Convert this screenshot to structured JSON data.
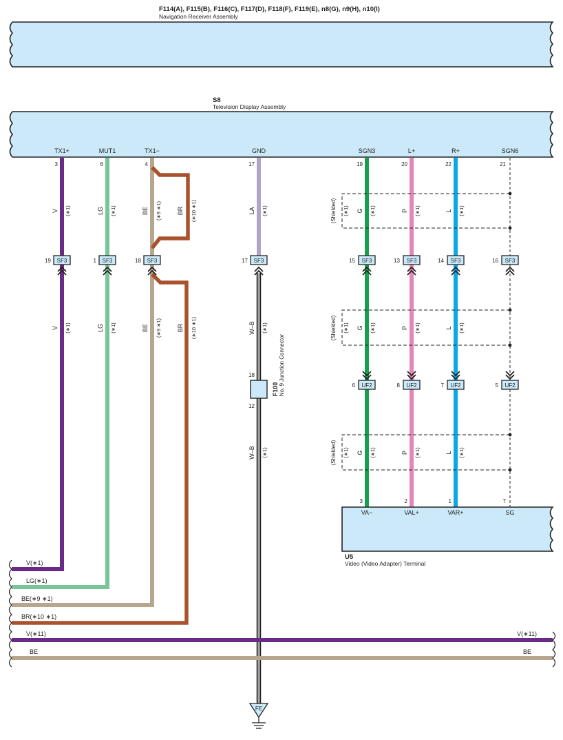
{
  "colors": {
    "connector_fill": "#cbe9f8",
    "V": "#6a2b86",
    "LG": "#78c59a",
    "BE": "#b7a58e",
    "BR": "#a8532e",
    "LA": "#b1a4c8",
    "G": "#16a04c",
    "P": "#e784b8",
    "L": "#08a9e6",
    "black": "#222222"
  },
  "header": {
    "title": "F114(A), F115(B), F116(C), F117(D), F118(F), F119(E), n8(G), n9(H), n10(I)",
    "subtitle": "Navigation Receiver Assembly"
  },
  "display": {
    "code": "S8",
    "name": "Television Display Assembly",
    "pins": [
      {
        "label": "TX1+",
        "num": "3"
      },
      {
        "label": "MUT1",
        "num": "6"
      },
      {
        "label": "TX1−",
        "num": "4"
      },
      {
        "label": "GND",
        "num": "17"
      },
      {
        "label": "SGN3",
        "num": "19"
      },
      {
        "label": "L+",
        "num": "20"
      },
      {
        "label": "R+",
        "num": "22"
      },
      {
        "label": "SGN6",
        "num": "21"
      }
    ]
  },
  "upper_wires": [
    {
      "color": "V",
      "note": "(∗1)"
    },
    {
      "color": "LG",
      "note": "(∗1)"
    },
    {
      "color": "BE",
      "note": "(∗9 ∗1)"
    },
    {
      "color": "BR",
      "note": "(∗10 ∗1)"
    },
    {
      "color": "LA",
      "note": "(∗1)"
    },
    {
      "color": "G",
      "note": "(∗1)"
    },
    {
      "color": "P",
      "note": "(∗1)"
    },
    {
      "color": "L",
      "note": "(∗1)"
    }
  ],
  "sf3": {
    "label": "SF3",
    "pins": [
      "19",
      "1",
      "18",
      "17",
      "15",
      "13",
      "14",
      "16"
    ]
  },
  "mid_wires": [
    {
      "color": "V",
      "note": "(∗1)"
    },
    {
      "color": "LG",
      "note": "(∗1)"
    },
    {
      "color": "BE",
      "note": "(∗9 ∗1)"
    },
    {
      "color": "BR",
      "note": "(∗10 ∗1)"
    },
    {
      "color": "W–B",
      "note": "(∗1)"
    },
    {
      "color": "G",
      "note": "(∗1)"
    },
    {
      "color": "P",
      "note": "(∗1)"
    },
    {
      "color": "L",
      "note": "(∗1)"
    }
  ],
  "shielded": {
    "label": "(Shielded)",
    "note": "(∗1)"
  },
  "junction": {
    "code": "F100",
    "name": "No. 9 Junction Connector",
    "pin_top": "18",
    "pin_bottom": "12",
    "wire_below": "W–B",
    "note_below": "(∗1)"
  },
  "uf2": {
    "label": "UF2",
    "pins": [
      "6",
      "8",
      "7",
      "5"
    ]
  },
  "lower_wires": [
    {
      "color": "G",
      "note": "(∗1)"
    },
    {
      "color": "P",
      "note": "(∗1)"
    },
    {
      "color": "L",
      "note": "(∗1)"
    }
  ],
  "terminal": {
    "code": "U5",
    "name": "Video (Video Adapter) Terminal",
    "pins": [
      {
        "label": "VA−",
        "num": "3"
      },
      {
        "label": "VAL+",
        "num": "2"
      },
      {
        "label": "VAR+",
        "num": "1"
      },
      {
        "label": "SG",
        "num": "7"
      }
    ]
  },
  "bus": {
    "v1": "V(∗1)",
    "lg1": "LG(∗1)",
    "be91": "BE(∗9 ∗1)",
    "br101": "BR(∗10 ∗1)",
    "v11_left": "V(∗11)",
    "v11_right": "V(∗11)",
    "be_left": "BE",
    "be_right": "BE"
  },
  "ground": {
    "label": "FE"
  }
}
